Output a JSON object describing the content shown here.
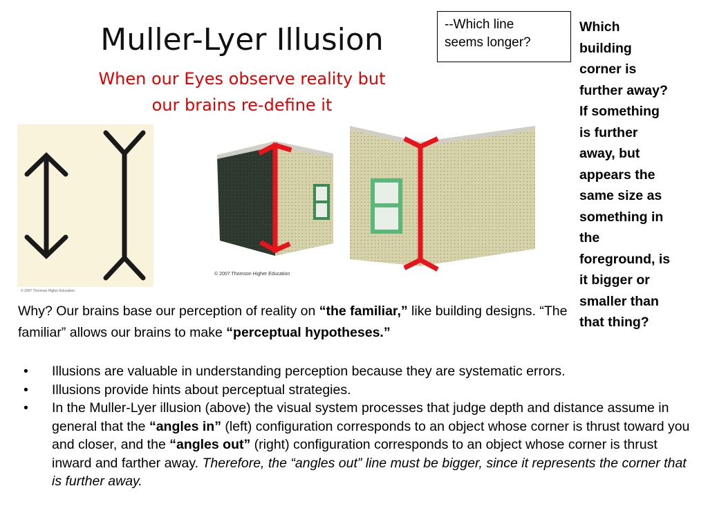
{
  "slide": {
    "title": "Muller-Lyer Illusion",
    "subtitle_line1": "When our Eyes observe reality but",
    "subtitle_line2": "our brains re-define it",
    "question_box_line1": "--Which line",
    "question_box_line2": "seems longer?",
    "side_note": [
      "Which",
      "building",
      "corner is",
      "further away?",
      "If something",
      "is further",
      "away, but",
      "appears the",
      "same size as",
      "something in",
      "the",
      "foreground, is",
      "it bigger or",
      "smaller than",
      "that thing?"
    ],
    "left_image_credit": "© 2007 Thomson Higher Education",
    "image_credit": "© 2007 Thomson Higher Education",
    "why_paragraph": {
      "part1": "Why?  Our brains base our perception of reality on ",
      "bold1": "“the familiar,”",
      "part2": " like building designs. “The familiar” allows our brains to make ",
      "bold2": "“perceptual hypotheses.”"
    },
    "bullets": [
      {
        "text": "Illusions are valuable in understanding perception because they are systematic errors."
      },
      {
        "text": "Illusions provide hints about perceptual strategies."
      },
      {
        "part1": "In the Muller-Lyer illusion (above) the visual system processes that judge depth and distance assume in general that the ",
        "bold1": "“angles in”",
        "part2": " (left) configuration corresponds to an object whose corner is thrust toward you and closer, and the ",
        "bold2": "“angles out”",
        "part3": " (right) configuration corresponds to an object whose corner is thrust inward and farther away. ",
        "italic": "Therefore, the “angles out” line must be bigger, since it represents the corner that is further away."
      }
    ],
    "bullet_symbol": "•",
    "colors": {
      "subtitle": "#e00000",
      "bracket_red": "#e8141c",
      "panel_bg": "#faf3dc",
      "wall_tan": "#d4d2a8",
      "wall_dark": "#2b3a30",
      "window_green": "#5cb87a"
    }
  }
}
